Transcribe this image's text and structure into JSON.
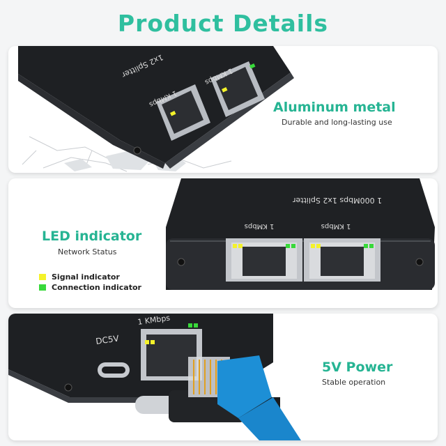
{
  "heading": "Product Details",
  "colors": {
    "accent": "#2fbf9f",
    "signal": "#f4f22a",
    "connection": "#38d93a"
  },
  "panel1": {
    "title": "Aluminum metal",
    "subtitle": "Durable and long-lasting use",
    "device_label": "1x2 Splitter",
    "port_labels": [
      "1 KMbps",
      "1 KMbps"
    ]
  },
  "panel2": {
    "title": "LED indicator",
    "subtitle": "Network Status",
    "device_label": "1 000Mbps  1x2 Splitter",
    "port_labels": [
      "1 KMbps",
      "1 KMbps"
    ],
    "legend": [
      {
        "label": "Signal indicator",
        "color": "#f4f22a"
      },
      {
        "label": "Connection indicator",
        "color": "#38d93a"
      }
    ]
  },
  "panel3": {
    "title": "5V Power",
    "subtitle": "Stable operation",
    "dc_label": "DC5V",
    "port_label": "1 KMbps"
  }
}
